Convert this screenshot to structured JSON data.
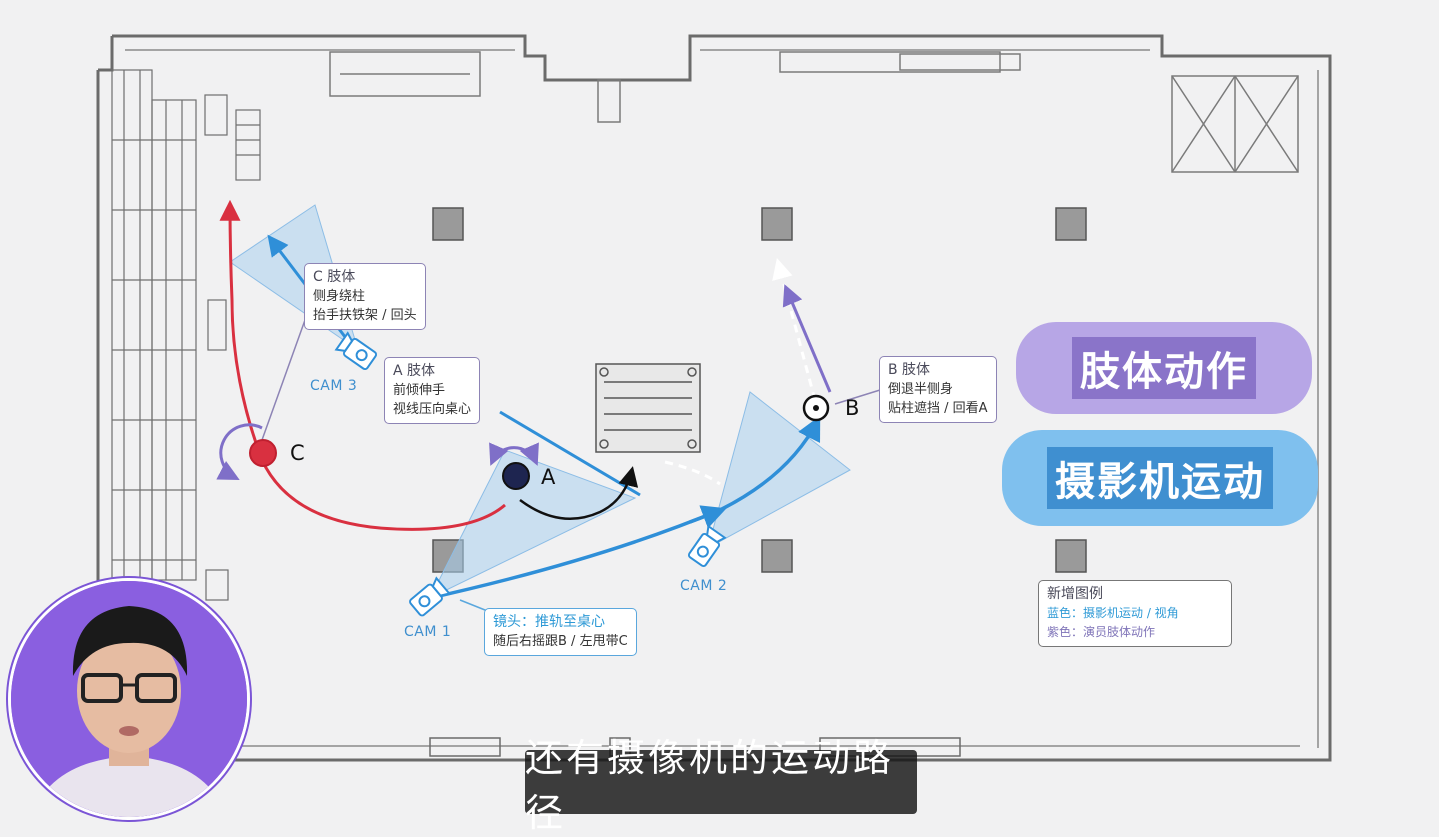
{
  "notes": {
    "c": {
      "head": "C 肢体",
      "line1": "侧身绕柱",
      "line2": "抬手扶铁架 / 回头"
    },
    "a": {
      "head": "A 肢体",
      "line1": "前倾伸手",
      "line2": "视线压向桌心"
    },
    "b": {
      "head": "B 肢体",
      "line1": "倒退半侧身",
      "line2": "贴柱遮挡 / 回看A"
    },
    "camera": {
      "head": "镜头：推轨至桌心",
      "line1": "随后右摇跟B / 左甩带C"
    },
    "legend": {
      "head": "新增图例",
      "blue": "蓝色：摄影机运动 / 视角",
      "purple": "紫色：演员肢体动作"
    }
  },
  "cams": {
    "cam1": "CAM 1",
    "cam2": "CAM 2",
    "cam3": "CAM 3"
  },
  "actors": {
    "a": "A",
    "b": "B",
    "c": "C"
  },
  "pills": {
    "body_action": "肢体动作",
    "camera_motion": "摄影机运动"
  },
  "subtitle": "还有摄像机的运动路径",
  "colors": {
    "camera": "#2f8fd8",
    "body": "#7f6fc8",
    "actor_c": "#d93040",
    "actor_a": "#1e2550",
    "cone": "#a9cfee"
  },
  "icons": {
    "camera": "camera-icon",
    "pillar": "pillar-icon",
    "table": "table-icon"
  }
}
